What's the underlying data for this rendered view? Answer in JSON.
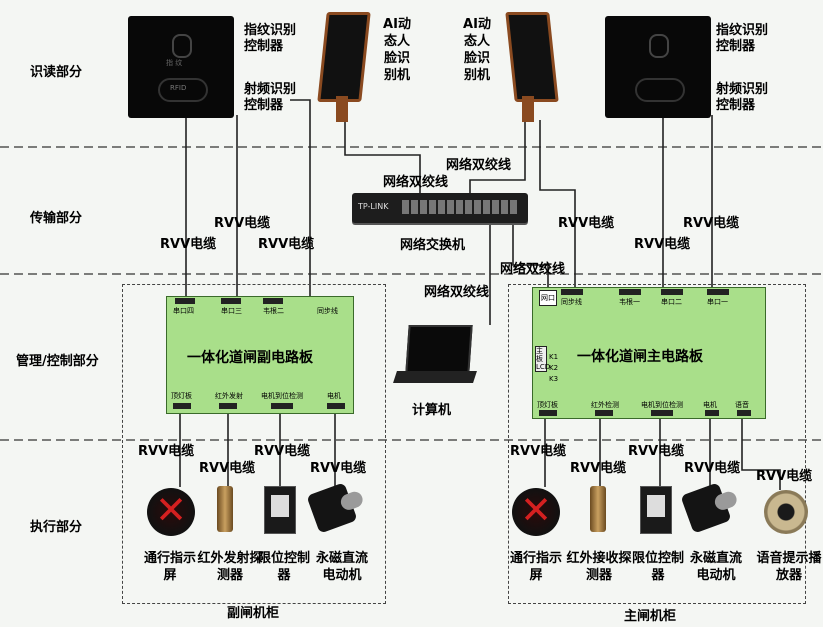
{
  "sections": {
    "read": "识读部分",
    "transmit": "传输部分",
    "manage": "管理/控制部分",
    "execute": "执行部分"
  },
  "readers": {
    "left_fp": "指纹识别控制器",
    "left_rf": "射频识别控制器",
    "right_fp": "指纹识别控制器",
    "right_rf": "射频识别控制器",
    "face_left": "AI动态人脸识别机",
    "face_right": "AI动态人脸识别机",
    "reader_face_text": "RFID",
    "reader_fp_text": "指 纹"
  },
  "network": {
    "twisted_pair": "网络双绞线",
    "switch_label": "网络交换机",
    "switch_brand": "TP-LINK",
    "computer_label": "计算机",
    "rvv": "RVV电缆"
  },
  "sub_board": {
    "title": "一体化道闸副电路板",
    "top_ports": [
      "串口四",
      "串口三",
      "韦根二",
      "同步线"
    ],
    "bottom_ports": [
      "顶灯板",
      "红外发射",
      "电机到位检测",
      "电机"
    ]
  },
  "main_board": {
    "title": "一体化道闸主电路板",
    "top_ports": [
      "网口",
      "同步线",
      "韦根一",
      "串口二",
      "串口一"
    ],
    "bottom_ports": [
      "顶灯板",
      "红外检测",
      "电机到位检测",
      "电机",
      "语音"
    ],
    "side_label": "主板LCD",
    "switch_labels": [
      "K1",
      "K2",
      "K3"
    ]
  },
  "devices_left": [
    "通行指示屏",
    "红外发射探测器",
    "限位控制器",
    "永磁直流电动机"
  ],
  "devices_right": [
    "通行指示屏",
    "红外接收探测器",
    "限位控制器",
    "永磁直流电动机",
    "语音提示播放器"
  ],
  "cabinets": {
    "sub": "副闸机柜",
    "main": "主闸机柜"
  },
  "colors": {
    "board": "#a9df8a",
    "indicator_red": "#d42020",
    "background": "#f4f6f3"
  }
}
